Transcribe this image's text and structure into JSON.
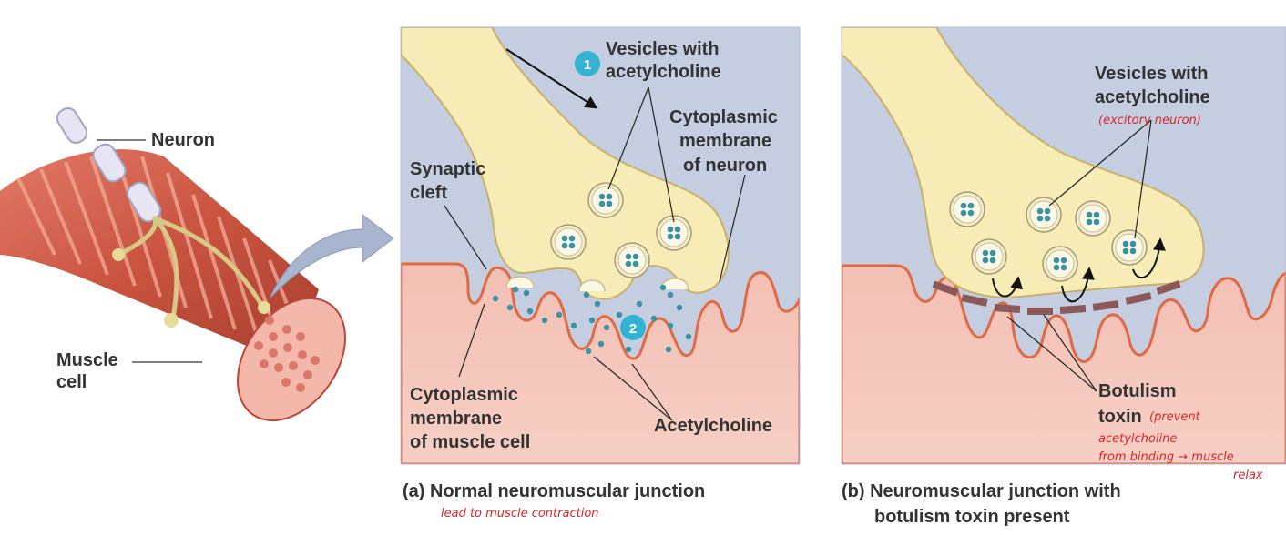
{
  "left_figure": {
    "neuron_label": "Neuron",
    "muscle_label_line1": "Muscle",
    "muscle_label_line2": "cell"
  },
  "panel_a": {
    "step1_number": "1",
    "step2_number": "2",
    "vesicles_line1": "Vesicles with",
    "vesicles_line2": "acetylcholine",
    "membrane_neuron_line1": "Cytoplasmic",
    "membrane_neuron_line2": "membrane",
    "membrane_neuron_line3": "of neuron",
    "synaptic_line1": "Synaptic",
    "synaptic_line2": "cleft",
    "membrane_muscle_line1": "Cytoplasmic",
    "membrane_muscle_line2": "membrane",
    "membrane_muscle_line3": "of muscle cell",
    "acetylcholine_label": "Acetylcholine",
    "caption": "(a) Normal neuromuscular junction",
    "handwritten_note": "lead to muscle contraction"
  },
  "panel_b": {
    "vesicles_line1": "Vesicles with",
    "vesicles_line2": "acetylcholine",
    "handwritten_vesicles": "(excitory neuron)",
    "toxin_line1": "Botulism",
    "toxin_line2": "toxin",
    "handwritten_toxin_line1": "(prevent",
    "handwritten_toxin_line2": "acetylcholine",
    "handwritten_toxin_line3": "from binding → muscle",
    "handwritten_toxin_line4": "relax",
    "caption_line1": "(b) Neuromuscular junction with",
    "caption_line2": "botulism toxin present"
  },
  "colors": {
    "cleft_bg": "#c5cde0",
    "neuron": "#f8ecb6",
    "neuron_stroke": "#c7b06a",
    "muscle": "#efb3a6",
    "muscle_stroke": "#e06a44",
    "vesicle_dot": "#3a93a3",
    "step_badge": "#33b3d1",
    "toxin": "#8a5a5a",
    "handwriting": "#d8262a"
  }
}
